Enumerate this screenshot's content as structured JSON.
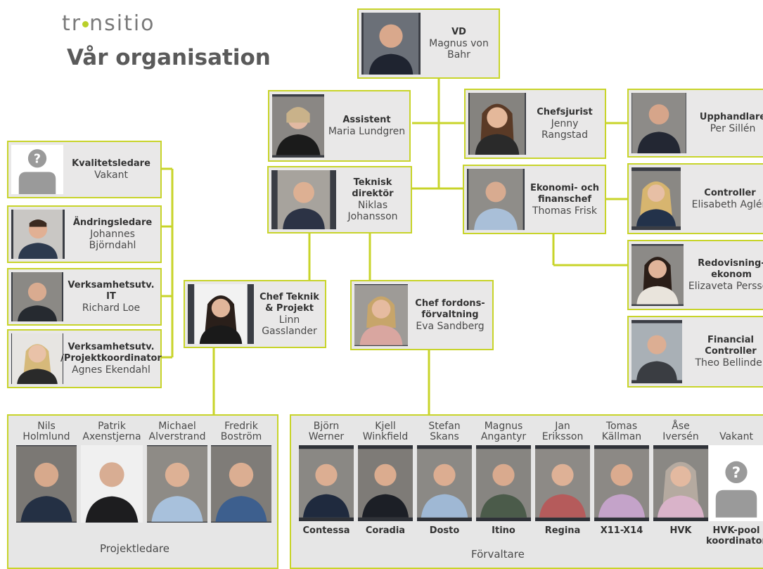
{
  "logo": {
    "text_a": "tr",
    "text_b": "nsitio"
  },
  "title": "Vår organisation",
  "colors": {
    "accent": "#c8d42a",
    "box_bg": "#e9e8e8",
    "text": "#4a4a4a"
  },
  "ceo": {
    "role": "VD",
    "name": "Magnus von Bahr"
  },
  "assistant": {
    "role": "Assistent",
    "name": "Maria Lundgren"
  },
  "legal": {
    "role": "Chefsjurist",
    "name": "Jenny Rangstad"
  },
  "procurement": {
    "role": "Upphandlare",
    "name": "Per Sillén"
  },
  "tech_director": {
    "role": "Teknisk direktör",
    "name": "Niklas Johansson"
  },
  "cfo": {
    "role": "Ekonomi- och finanschef",
    "name": "Thomas Frisk"
  },
  "controller": {
    "role": "Controller",
    "name": "Elisabeth Aglén"
  },
  "accountant": {
    "role": "Redovisning-ekonom",
    "name": "Elizaveta Persson"
  },
  "fin_controller": {
    "role": "Financial Controller",
    "name": "Theo Bellinder"
  },
  "quality": {
    "role": "Kvalitetsledare",
    "name": "Vakant"
  },
  "change": {
    "role": "Ändringsledare",
    "name": "Johannes Björndahl"
  },
  "bizdev_it": {
    "role": "Verksamhetsutv. IT",
    "name": "Richard Loe"
  },
  "bizdev_proj": {
    "role": "Verksamhetsutv. /Projektkoordinator",
    "name": "Agnes Ekendahl"
  },
  "chief_tech": {
    "role": "Chef Teknik & Projekt",
    "name": "Linn Gasslander"
  },
  "chief_fleet": {
    "role": "Chef fordons-förvaltning",
    "name": "Eva Sandberg"
  },
  "project_managers": {
    "label": "Projektledare",
    "members": [
      {
        "name": "Nils Holmlund"
      },
      {
        "name": "Patrik Axenstjerna"
      },
      {
        "name": "Michael Alverstrand"
      },
      {
        "name": "Fredrik Boström"
      }
    ]
  },
  "managers": {
    "label": "Förvaltare",
    "members": [
      {
        "name": "Björn Werner",
        "fleet": "Contessa"
      },
      {
        "name": "Kjell Winkfield",
        "fleet": "Coradia"
      },
      {
        "name": "Stefan Skans",
        "fleet": "Dosto"
      },
      {
        "name": "Magnus Angantyr",
        "fleet": "Itino"
      },
      {
        "name": "Jan Eriksson",
        "fleet": "Regina"
      },
      {
        "name": "Tomas Källman",
        "fleet": "X11-X14"
      },
      {
        "name": "Åse Iversén",
        "fleet": "HVK"
      },
      {
        "name": "Vakant",
        "fleet": "HVK-pool koordinator"
      }
    ]
  }
}
